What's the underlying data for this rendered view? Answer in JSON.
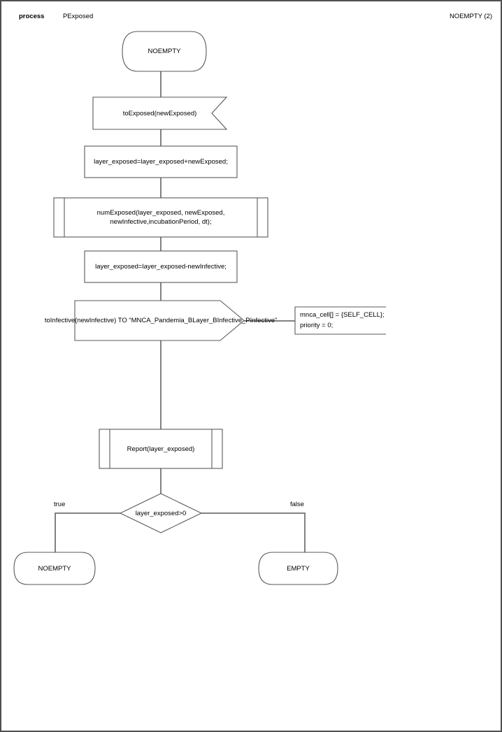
{
  "header": {
    "kind_label": "process",
    "process_name": "PExposed",
    "page_label": "NOEMPTY (2)"
  },
  "diagram": {
    "start_state": {
      "label": "NOEMPTY"
    },
    "input_signal": {
      "label": "toExposed(newExposed)"
    },
    "task1": {
      "label": "layer_exposed=layer_exposed+newExposed;"
    },
    "procedure_call_numexposed": {
      "line1": "numExposed(layer_exposed, newExposed,",
      "line2": "newInfective,incubationPeriod, dt);"
    },
    "task2": {
      "label": "layer_exposed=layer_exposed-newInfective;"
    },
    "output_signal": {
      "label": "toInfective(newInfective) TO “MNCA_Pandemia_BLayer_BInfective_PInfective”"
    },
    "comment": {
      "line1": "mnca_cell[] = {SELF_CELL};",
      "line2": "priority = 0;"
    },
    "procedure_call_report": {
      "label": "Report(layer_exposed)"
    },
    "decision": {
      "label": "layer_exposed>0",
      "true_label": "true",
      "false_label": "false"
    },
    "end_state_true": {
      "label": "NOEMPTY"
    },
    "end_state_false": {
      "label": "EMPTY"
    }
  },
  "colors": {
    "line": "#595959",
    "text": "#000000",
    "background": "#ffffff"
  }
}
